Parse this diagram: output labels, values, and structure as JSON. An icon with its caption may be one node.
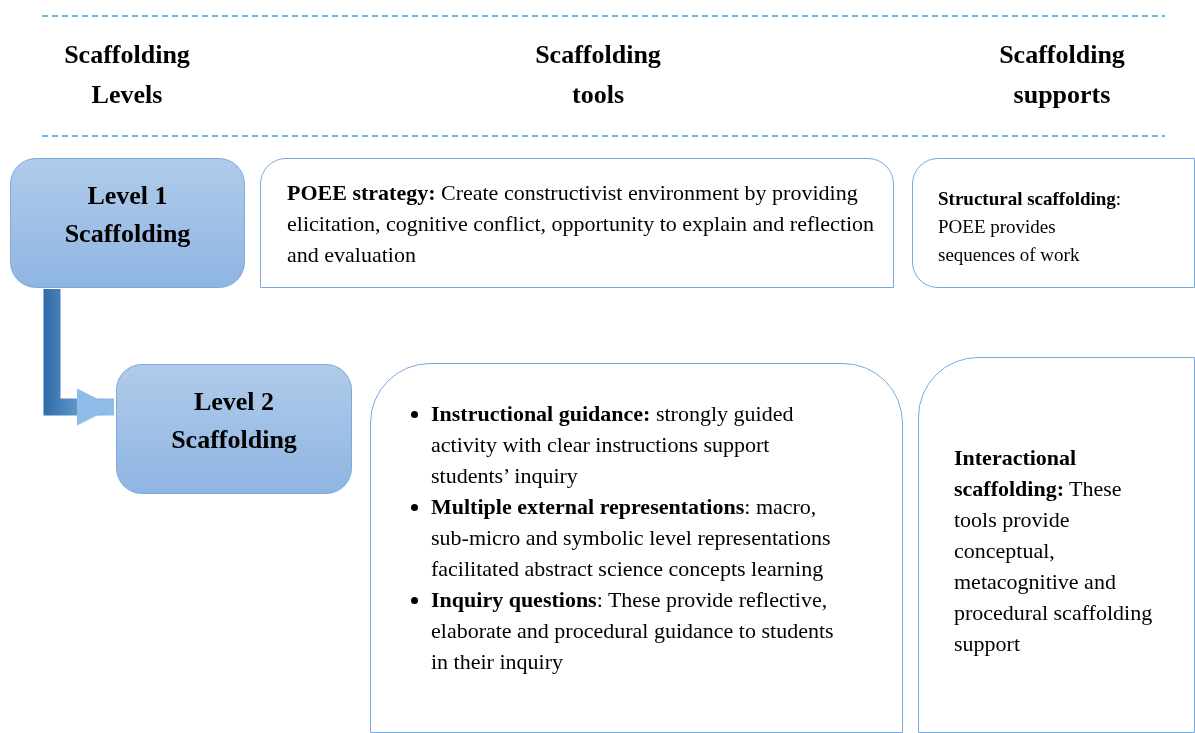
{
  "diagram": {
    "nodes": [
      {
        "text": [
          "Level 1 Scaffolding"
        ]
      },
      {
        "text": [
          "**POEE strategy:** Create constructivist environment by providing elicitation, cognitive conflict, opportunity to explain and reflection and evaluation"
        ]
      },
      {
        "text": [
          "**Structural scaffolding**: POEE provides sequences of work"
        ]
      },
      {
        "text": [
          "Level 2 Scaffolding"
        ]
      },
      {
        "text": [
          "**Instructional guidance:** strongly guided activity with clear instructions support students’ inquiry",
          "**Multiple external representations**: macro, sub-micro and symbolic level representations facilitated abstract science concepts learning",
          "**Inquiry questions**: These provide reflective, elaborate and procedural guidance to students in their inquiry"
        ]
      },
      {
        "text": [
          "**Interactional scaffolding:** These tools provide conceptual, metacognitive and procedural scaffolding support"
        ]
      }
    ],
    "edges": [
      {
        "from": 0,
        "to": 3,
        "arrow": "to",
        "style": "thick"
      }
    ],
    "labels": [
      "Scaffolding Levels",
      "Scaffolding tools",
      "Scaffolding supports"
    ]
  }
}
